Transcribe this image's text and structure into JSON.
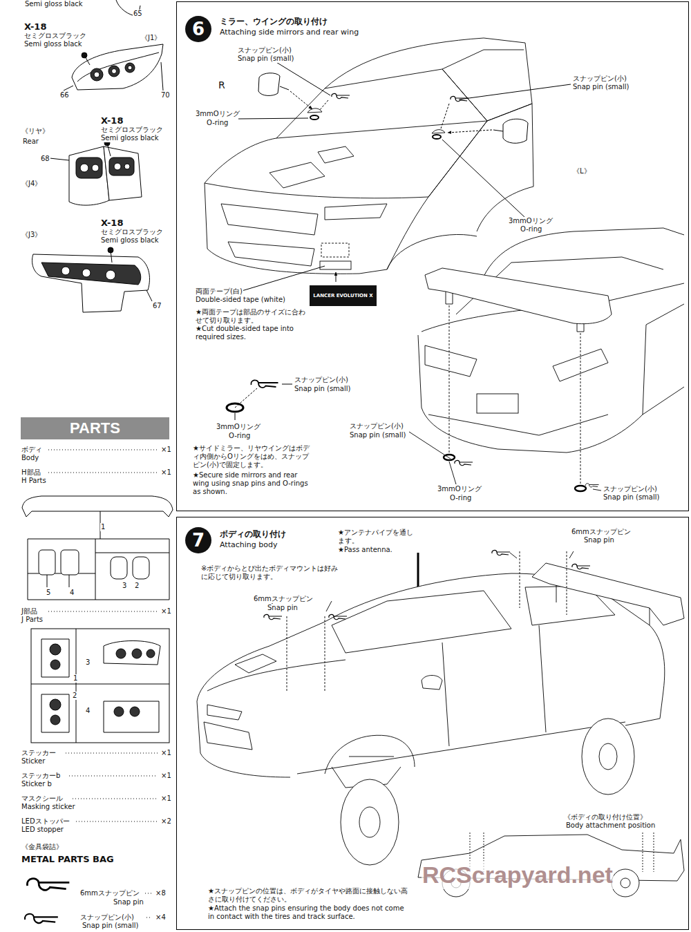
{
  "diagram": {
    "nodes": [
      {
        "text": [
          "ミラー、ウイングの取り付け",
          "Attaching side mirrors and rear wing"
        ]
      },
      {
        "text": [
          "6"
        ],
        "in": 0
      },
      {
        "text": [
          "LANCER EVOLUTION X"
        ],
        "in": 0
      },
      {
        "text": [
          "ボディの取り付け",
          "Attaching body"
        ]
      },
      {
        "text": [
          "7"
        ],
        "in": 3
      },
      {
        "text": [
          "PARTS"
        ]
      }
    ],
    "labels": [
      "Semi gloss black",
      "65",
      "X-18",
      "セミグロスブラック",
      "Semi gloss black",
      "《J1》",
      "66",
      "70",
      "《リヤ》",
      "Rear",
      "X-18",
      "セミグロスブラック",
      "Semi gloss black",
      "68",
      "《J4》",
      "X-18",
      "セミグロスブラック",
      "Semi gloss black",
      "《J3》",
      "67",
      "スナップピン(小)",
      "Snap pin (small)",
      "R",
      "3mmOリング",
      "O-ring",
      "スナップピン(小)",
      "Snap pin (small)",
      "《L》",
      "3mmOリング",
      "O-ring",
      "両面テープ(白)",
      "Double-sided tape (white)",
      "★両面テープは部品のサイズに合わせて切り取ります。",
      "★Cut double-sided tape into required sizes.",
      "スナップピン(小)",
      "Snap pin (small)",
      "3mmOリング",
      "O-ring",
      "★サイドミラー、リヤウイングはボディ内側からOリングをはめ、スナップピン(小)で固定します。",
      "★Secure side mirrors and rear wing using snap pins and O-rings as shown.",
      "スナップピン(小)",
      "Snap pin (small)",
      "3mmOリング",
      "O-ring",
      "スナップピン(小)",
      "Snap pin (small)",
      "★アンテナパイプを通します。",
      "★Pass antenna.",
      "6mmスナップピン",
      "Snap pin",
      "※ボディからとび出たボディマウントは好みに応じて切り取ります。",
      "6mmスナップピン",
      "Snap pin",
      "《ボディの取り付け位置》",
      "Body attachment position",
      "★スナップピンの位置は、ボディがタイヤや路面に接触しない高さに取り付けてください。",
      "★Attach the snap pins ensuring the body does not come in contact with the tires and track surface.",
      "ボディ",
      "×1",
      "Body",
      "H部品",
      "×1",
      "H Parts",
      "1",
      "5",
      "4",
      "3",
      "2",
      "J部品",
      "×1",
      "J Parts",
      "3",
      "1",
      "2",
      "4",
      "ステッカー",
      "×1",
      "Sticker",
      "ステッカーb",
      "×1",
      "Sticker b",
      "マスクシール",
      "×1",
      "Masking sticker",
      "LEDストッパー",
      "×2",
      "LED stopper",
      "《金具袋詰》",
      "METAL PARTS BAG",
      "6mmスナップピン",
      "×8",
      "Snap pin",
      "スナップピン(小)",
      "×4",
      "Snap pin (small)",
      "RCScrapyard.net"
    ]
  }
}
